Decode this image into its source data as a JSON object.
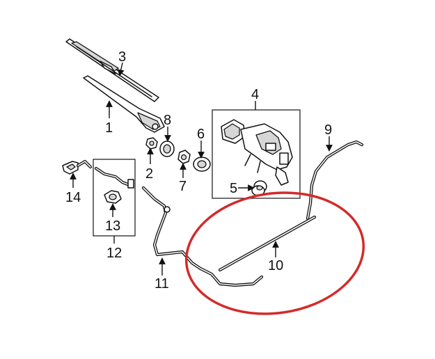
{
  "callouts": {
    "c1": "1",
    "c2": "2",
    "c3": "3",
    "c4": "4",
    "c5": "5",
    "c6": "6",
    "c7": "7",
    "c8": "8",
    "c9": "9",
    "c10": "10",
    "c11": "11",
    "c12": "12",
    "c13": "13",
    "c14": "14"
  },
  "colors": {
    "line": "#111111",
    "highlight_ellipse": "#d42a2a"
  }
}
